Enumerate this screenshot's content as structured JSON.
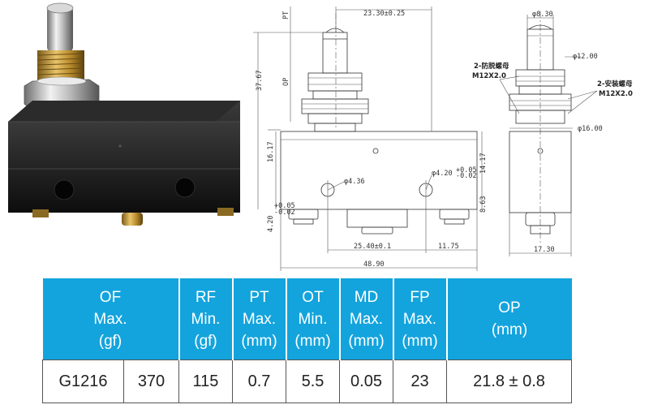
{
  "drawing": {
    "dims": {
      "top_width": "23.30±0.25",
      "pt": "PT",
      "op": "OP",
      "height_total": "37.67",
      "body_lower": "16.17",
      "hole_dia": "φ4.36",
      "hole_dia_right": "φ4.20",
      "hole_tol_plus": "+0.05",
      "hole_tol_minus": "-0.02",
      "right_height": "14.17",
      "right_low": "8.63",
      "hole_offset": "4.20",
      "hole_offset_tol_plus": "+0.05",
      "hole_offset_tol_minus": "-0.02",
      "hole_spacing": "25.40±0.1",
      "right_offset": "11.75",
      "body_width": "48.90",
      "side_top": "φ8.30",
      "side_thread": "φ12.00",
      "side_nut": "φ16.00",
      "side_width": "17.30",
      "anti_loose_nut_label": "2-防脱螺母",
      "anti_loose_nut_thread": "M12X2.0",
      "mount_nut_label": "2-安装螺母",
      "mount_nut_thread": "M12X2.0"
    }
  },
  "spec_table": {
    "headers": [
      [
        "OF",
        "Max.",
        "(gf)"
      ],
      [
        "RF",
        "Min.",
        "(gf)"
      ],
      [
        "PT",
        "Max.",
        "(mm)"
      ],
      [
        "OT",
        "Min.",
        "(mm)"
      ],
      [
        "MD",
        "Max.",
        "(mm)"
      ],
      [
        "FP",
        "Max.",
        "(mm)"
      ],
      [
        "OP",
        "(mm)"
      ]
    ],
    "row": [
      "G1216",
      "370",
      "115",
      "0.7",
      "5.5",
      "0.05",
      "23",
      "21.8 ± 0.8"
    ]
  },
  "colors": {
    "header_bg": "#13a4dd",
    "header_text": "#ffffff"
  }
}
